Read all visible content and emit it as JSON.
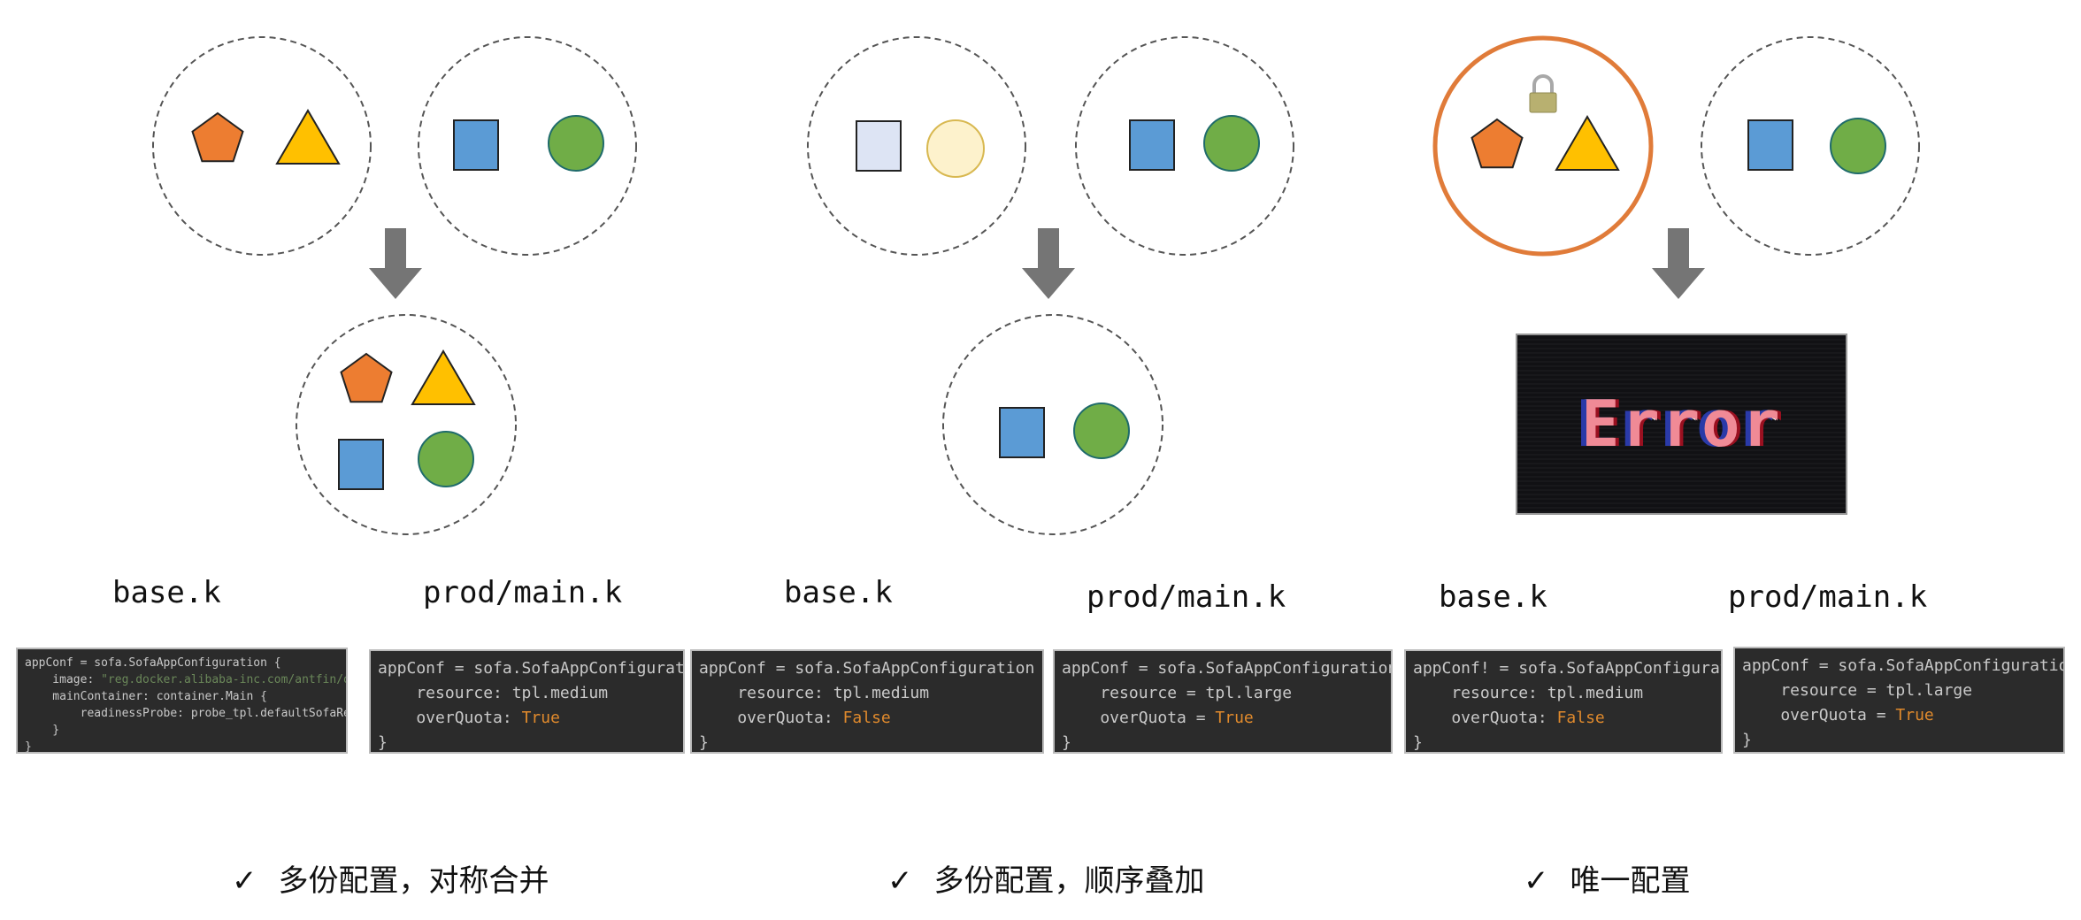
{
  "colors": {
    "pentagon": "#ed7d31",
    "triangle": "#ffc000",
    "square": "#5b9bd5",
    "circle": "#70ad47",
    "pale_square": "#dde4f4",
    "pale_circle": "#fdf2cc",
    "locked_ring": "#e07b39",
    "arrow": "#757575",
    "code_bg": "#2b2b2b",
    "code_keyword": "#e08a2c"
  },
  "panels": [
    {
      "base_label": "base.k",
      "prod_label": "prod/main.k",
      "caption": "多份配置，对称合并",
      "base_code": [
        [
          {
            "t": "appConf = sofa.SofaAppConfiguration {"
          }
        ],
        [
          {
            "t": "    image: "
          },
          {
            "t": "\"reg.docker.alibaba-inc.com/antfin/opsfree",
            "c": "str"
          }
        ],
        [
          {
            "t": "    mainContainer: container.Main {"
          }
        ],
        [
          {
            "t": "        readinessProbe: probe_tpl.defaultSofaReadiness"
          }
        ],
        [
          {
            "t": "    }"
          }
        ],
        [
          {
            "t": "}"
          }
        ]
      ],
      "prod_code": [
        [
          {
            "t": "appConf = sofa.SofaAppConfiguration {"
          }
        ],
        [
          {
            "t": "    resource: tpl.medium"
          }
        ],
        [
          {
            "t": "    overQuota: "
          },
          {
            "t": "True",
            "c": "kw"
          }
        ],
        [
          {
            "t": "}"
          }
        ]
      ]
    },
    {
      "base_label": "base.k",
      "prod_label": "prod/main.k",
      "caption": "多份配置，顺序叠加",
      "base_code": [
        [
          {
            "t": "appConf = sofa.SofaAppConfiguration {"
          }
        ],
        [
          {
            "t": "    resource: tpl.medium"
          }
        ],
        [
          {
            "t": "    overQuota: "
          },
          {
            "t": "False",
            "c": "kw"
          }
        ],
        [
          {
            "t": "}"
          }
        ]
      ],
      "prod_code": [
        [
          {
            "t": "appConf = sofa.SofaAppConfiguration {"
          }
        ],
        [
          {
            "t": "    resource = tpl.large"
          }
        ],
        [
          {
            "t": "    overQuota = "
          },
          {
            "t": "True",
            "c": "kw"
          }
        ],
        [
          {
            "t": "}"
          }
        ]
      ]
    },
    {
      "base_label": "base.k",
      "prod_label": "prod/main.k",
      "caption": "唯一配置",
      "error_text": "Error",
      "base_code": [
        [
          {
            "t": "appConf! = sofa.SofaAppConfiguration {"
          }
        ],
        [
          {
            "t": "    resource: tpl.medium"
          }
        ],
        [
          {
            "t": "    overQuota: "
          },
          {
            "t": "False",
            "c": "kw"
          }
        ],
        [
          {
            "t": "}"
          }
        ]
      ],
      "prod_code": [
        [
          {
            "t": "appConf = sofa.SofaAppConfiguration {"
          }
        ],
        [
          {
            "t": "    resource = tpl.large"
          }
        ],
        [
          {
            "t": "    overQuota = "
          },
          {
            "t": "True",
            "c": "kw"
          }
        ],
        [
          {
            "t": "}"
          }
        ]
      ]
    }
  ],
  "check_icon": "✓"
}
